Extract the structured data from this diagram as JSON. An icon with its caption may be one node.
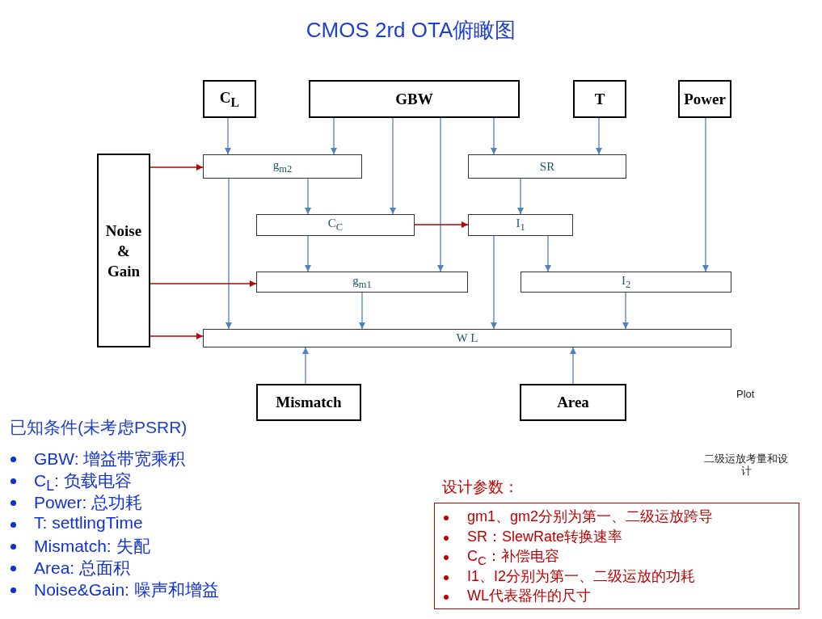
{
  "diagram": {
    "title": "CMOS 2rd OTA俯瞰图",
    "nodes": [
      {
        "text": [
          "C$_{L}$"
        ]
      },
      {
        "text": [
          "GBW"
        ]
      },
      {
        "text": [
          "T"
        ]
      },
      {
        "text": [
          "Power"
        ]
      },
      {
        "text": [
          "Noise & Gain"
        ]
      },
      {
        "text": [
          "g$_{m2}$"
        ]
      },
      {
        "text": [
          "SR"
        ]
      },
      {
        "text": [
          "C$_{C}$"
        ]
      },
      {
        "text": [
          "I$_{1}$"
        ]
      },
      {
        "text": [
          "g$_{m1}$"
        ]
      },
      {
        "text": [
          "I$_{2}$"
        ]
      },
      {
        "text": [
          "W L"
        ]
      },
      {
        "text": [
          "Mismatch"
        ]
      },
      {
        "text": [
          "Area"
        ]
      },
      {
        "text": [
          "设计参数：",
          "gm1、gm2分别为第一、二级运放跨导",
          "SR：SlewRate转换速率",
          "C$_{C}$：补偿电容",
          "I1、I2分别为第一、二级运放的功耗",
          "WL代表器件的尺寸"
        ]
      }
    ],
    "edges": [
      {
        "from": 0,
        "to": 5,
        "arrow": "to"
      },
      {
        "from": 1,
        "to": 5,
        "arrow": "to"
      },
      {
        "from": 1,
        "to": 7,
        "arrow": "to"
      },
      {
        "from": 1,
        "to": 9,
        "arrow": "to"
      },
      {
        "from": 1,
        "to": 6,
        "arrow": "to"
      },
      {
        "from": 2,
        "to": 6,
        "arrow": "to"
      },
      {
        "from": 3,
        "to": 10,
        "arrow": "to"
      },
      {
        "from": 4,
        "to": 5,
        "arrow": "to",
        "color": "#c00000"
      },
      {
        "from": 5,
        "to": 7,
        "arrow": "to"
      },
      {
        "from": 5,
        "to": 11,
        "arrow": "to"
      },
      {
        "from": 6,
        "to": 8,
        "arrow": "to"
      },
      {
        "from": 7,
        "to": 8,
        "arrow": "to",
        "color": "#c00000"
      },
      {
        "from": 7,
        "to": 9,
        "arrow": "to"
      },
      {
        "from": 8,
        "to": 10,
        "arrow": "to"
      },
      {
        "from": 8,
        "to": 11,
        "arrow": "to"
      },
      {
        "from": 4,
        "to": 9,
        "arrow": "to",
        "color": "#c00000"
      },
      {
        "from": 9,
        "to": 11,
        "arrow": "to"
      },
      {
        "from": 10,
        "to": 11,
        "arrow": "to"
      },
      {
        "from": 4,
        "to": 11,
        "arrow": "to",
        "color": "#c00000"
      },
      {
        "from": 12,
        "to": 11,
        "arrow": "to"
      },
      {
        "from": 13,
        "to": 11,
        "arrow": "to"
      }
    ],
    "labels": [
      "已知条件(未考虑PSRR)",
      "GBW: 增益带宽乘积",
      "C$_{L}$: 负载电容",
      "Power: 总功耗",
      "T: settlingTime",
      "Mismatch: 失配",
      "Area: 总面积",
      "Noise&Gain: 噪声和增益",
      "Plot",
      "二级运放考量和设计"
    ]
  }
}
